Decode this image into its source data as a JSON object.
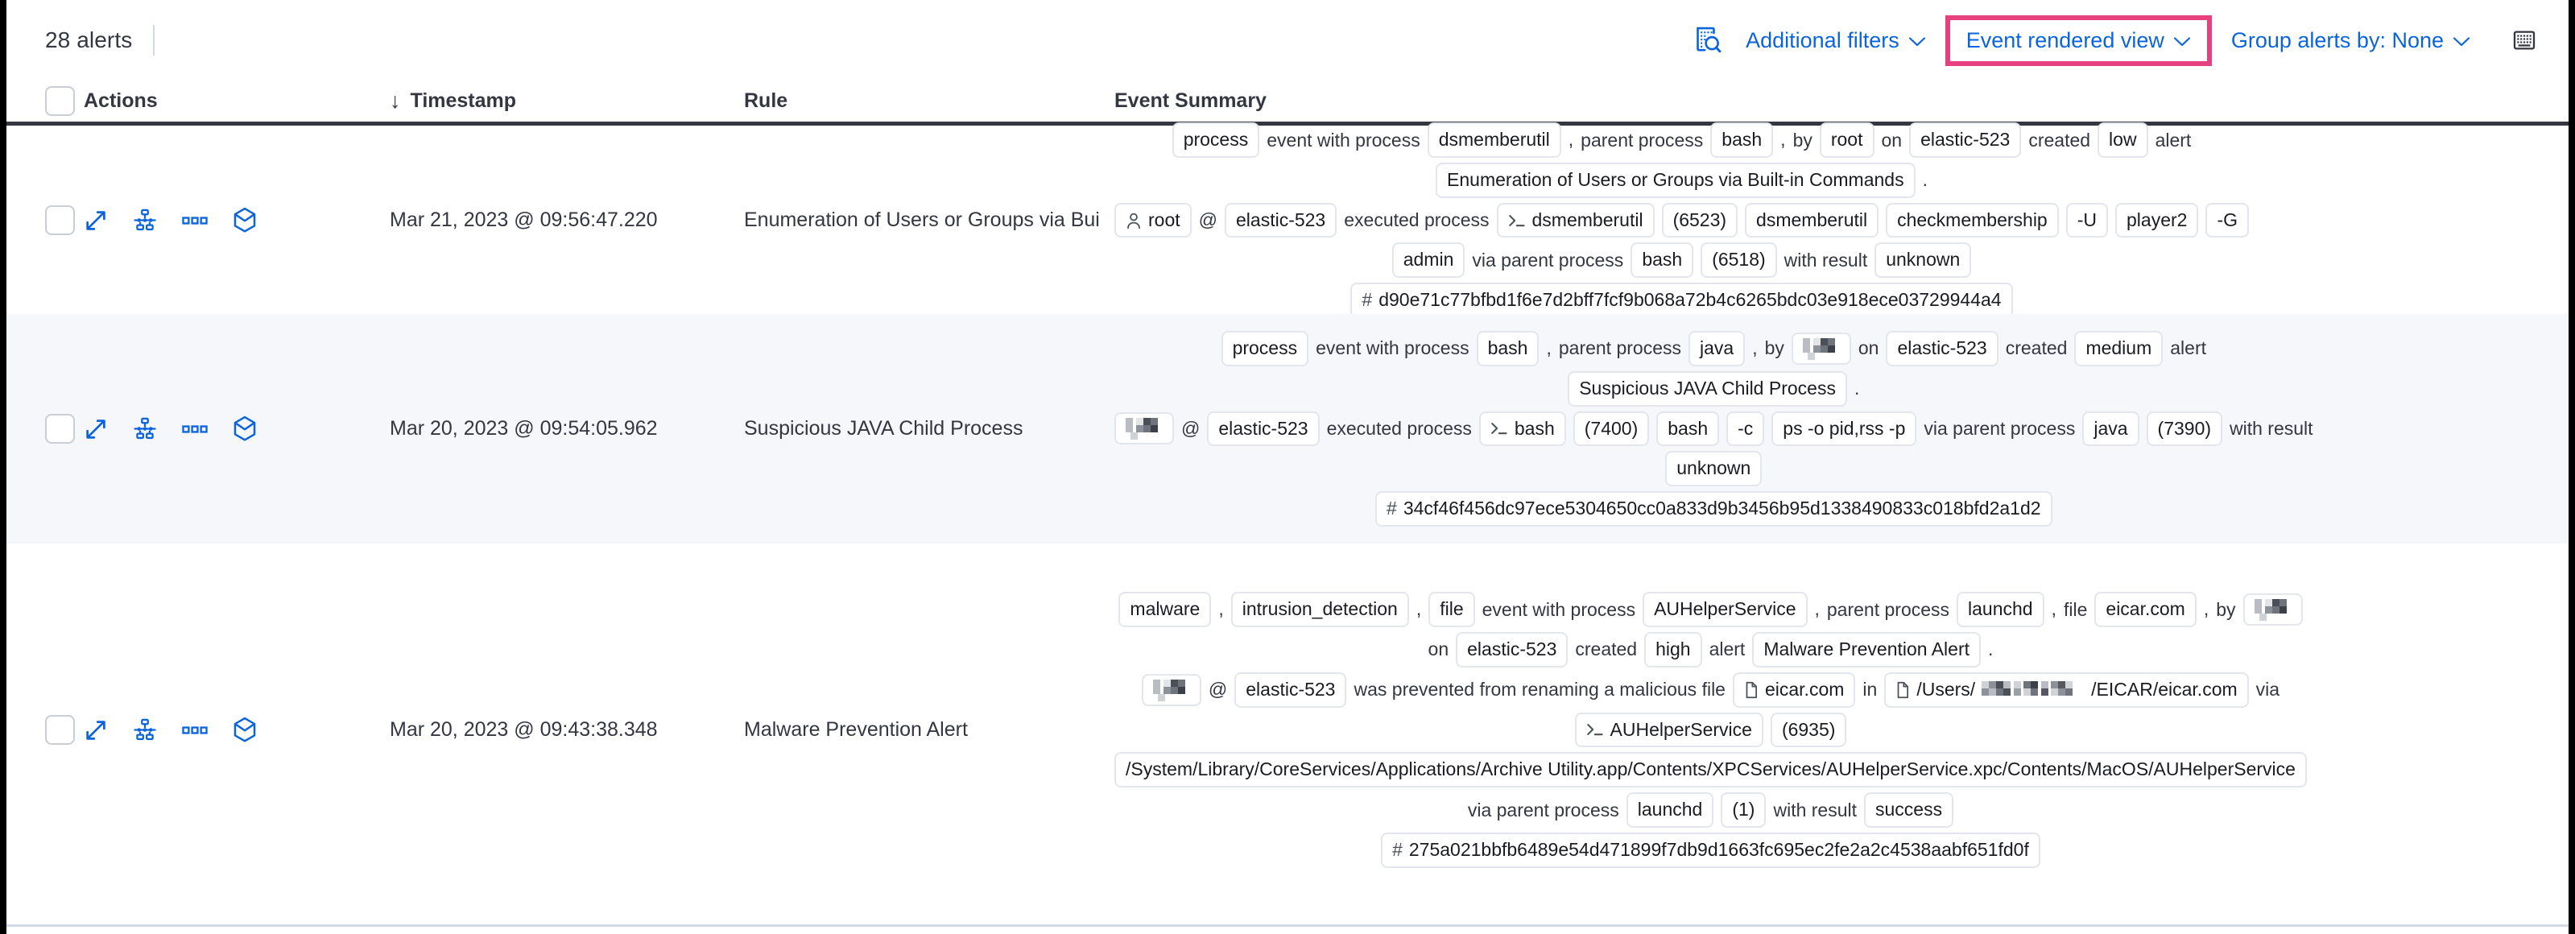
{
  "toolbar": {
    "alert_count": "28 alerts",
    "additional_filters_label": "Additional filters",
    "event_rendered_view_label": "Event rendered view",
    "group_alerts_label": "Group alerts by: None",
    "chevron": "⌄",
    "inspect_icon_name": "inspect-filter-icon",
    "keyboard_icon_name": "keyboard-shortcuts-icon",
    "highlight_color": "#e7407f",
    "link_color": "#0b64dd"
  },
  "table": {
    "columns": {
      "actions": "Actions",
      "timestamp": "Timestamp",
      "rule": "Rule",
      "event_summary": "Event Summary"
    },
    "sort_indicator": "↓",
    "row_actions": [
      {
        "name": "expand-icon",
        "title": "Expand"
      },
      {
        "name": "analyze-event-icon",
        "title": "Analyze event"
      },
      {
        "name": "more-actions-icon",
        "title": "More actions"
      },
      {
        "name": "session-view-icon",
        "title": "Session view"
      }
    ],
    "rows": [
      {
        "timestamp": "Mar 21, 2023 @ 09:56:47.220",
        "rule": "Enumeration of Users or Groups via Bui",
        "striped": false,
        "summary": [
          [
            {
              "t": "chip",
              "v": "process"
            },
            {
              "t": "txt",
              "v": "event with process"
            },
            {
              "t": "chip",
              "v": "dsmemberutil"
            },
            {
              "t": "punct",
              "v": ","
            },
            {
              "t": "txt",
              "v": "parent process"
            },
            {
              "t": "chip",
              "v": "bash"
            },
            {
              "t": "punct",
              "v": ","
            },
            {
              "t": "txt",
              "v": "by"
            },
            {
              "t": "chip",
              "v": "root"
            },
            {
              "t": "txt",
              "v": "on"
            },
            {
              "t": "chip",
              "v": "elastic-523"
            },
            {
              "t": "txt",
              "v": "created"
            },
            {
              "t": "chip",
              "v": "low"
            },
            {
              "t": "txt",
              "v": "alert"
            }
          ],
          [
            {
              "t": "chip",
              "v": "Enumeration of Users or Groups via Built-in Commands"
            },
            {
              "t": "punct",
              "v": "."
            }
          ],
          [
            {
              "t": "chip",
              "v": "root",
              "icon": "user-icon"
            },
            {
              "t": "txt",
              "v": "@"
            },
            {
              "t": "chip",
              "v": "elastic-523"
            },
            {
              "t": "txt",
              "v": "executed process"
            },
            {
              "t": "chip",
              "v": "dsmemberutil",
              "icon": "console-icon"
            },
            {
              "t": "chip",
              "v": "(6523)"
            },
            {
              "t": "chip",
              "v": "dsmemberutil"
            },
            {
              "t": "chip",
              "v": "checkmembership"
            },
            {
              "t": "chip",
              "v": "-U"
            },
            {
              "t": "chip",
              "v": "player2"
            },
            {
              "t": "chip",
              "v": "-G"
            }
          ],
          [
            {
              "t": "chip",
              "v": "admin"
            },
            {
              "t": "txt",
              "v": "via parent process"
            },
            {
              "t": "chip",
              "v": "bash"
            },
            {
              "t": "chip",
              "v": "(6518)"
            },
            {
              "t": "txt",
              "v": "with result"
            },
            {
              "t": "chip",
              "v": "unknown"
            }
          ],
          [
            {
              "t": "chip",
              "v": "d90e71c77bfbd1f6e7d2bff7fcf9b068a72b4c6265bdc03e918ece03729944a4",
              "icon": "hash-icon"
            }
          ]
        ]
      },
      {
        "timestamp": "Mar 20, 2023 @ 09:54:05.962",
        "rule": "Suspicious JAVA Child Process",
        "striped": true,
        "summary": [
          [
            {
              "t": "chip",
              "v": "process"
            },
            {
              "t": "txt",
              "v": "event with process"
            },
            {
              "t": "chip",
              "v": "bash"
            },
            {
              "t": "punct",
              "v": ","
            },
            {
              "t": "txt",
              "v": "parent process"
            },
            {
              "t": "chip",
              "v": "java"
            },
            {
              "t": "punct",
              "v": ","
            },
            {
              "t": "txt",
              "v": "by"
            },
            {
              "t": "chip",
              "v": "",
              "redacted": true
            },
            {
              "t": "txt",
              "v": "on"
            },
            {
              "t": "chip",
              "v": "elastic-523"
            },
            {
              "t": "txt",
              "v": "created"
            },
            {
              "t": "chip",
              "v": "medium"
            },
            {
              "t": "txt",
              "v": "alert"
            }
          ],
          [
            {
              "t": "chip",
              "v": "Suspicious JAVA Child Process"
            },
            {
              "t": "punct",
              "v": "."
            }
          ],
          [
            {
              "t": "chip",
              "v": "",
              "redacted": true
            },
            {
              "t": "txt",
              "v": "@"
            },
            {
              "t": "chip",
              "v": "elastic-523"
            },
            {
              "t": "txt",
              "v": "executed process"
            },
            {
              "t": "chip",
              "v": "bash",
              "icon": "console-icon"
            },
            {
              "t": "chip",
              "v": "(7400)"
            },
            {
              "t": "chip",
              "v": "bash"
            },
            {
              "t": "chip",
              "v": "-c"
            },
            {
              "t": "chip",
              "v": "ps -o pid,rss -p"
            },
            {
              "t": "txt",
              "v": "via parent process"
            },
            {
              "t": "chip",
              "v": "java"
            },
            {
              "t": "chip",
              "v": "(7390)"
            },
            {
              "t": "txt",
              "v": "with result"
            }
          ],
          [
            {
              "t": "chip",
              "v": "unknown"
            }
          ],
          [
            {
              "t": "chip",
              "v": "34cf46f456dc97ece5304650cc0a833d9b3456b95d1338490833c018bfd2a1d2",
              "icon": "hash-icon"
            }
          ]
        ]
      },
      {
        "timestamp": "Mar 20, 2023 @ 09:43:38.348",
        "rule": "Malware Prevention Alert",
        "striped": false,
        "summary": [
          [
            {
              "t": "chip",
              "v": "malware"
            },
            {
              "t": "punct",
              "v": ","
            },
            {
              "t": "chip",
              "v": "intrusion_detection"
            },
            {
              "t": "punct",
              "v": ","
            },
            {
              "t": "chip",
              "v": "file"
            },
            {
              "t": "txt",
              "v": "event with process"
            },
            {
              "t": "chip",
              "v": "AUHelperService"
            },
            {
              "t": "punct",
              "v": ","
            },
            {
              "t": "txt",
              "v": "parent process"
            },
            {
              "t": "chip",
              "v": "launchd"
            },
            {
              "t": "punct",
              "v": ","
            },
            {
              "t": "txt",
              "v": "file"
            },
            {
              "t": "chip",
              "v": "eicar.com"
            },
            {
              "t": "punct",
              "v": ","
            },
            {
              "t": "txt",
              "v": "by"
            },
            {
              "t": "chip",
              "v": "",
              "redacted": true
            }
          ],
          [
            {
              "t": "txt",
              "v": "on"
            },
            {
              "t": "chip",
              "v": "elastic-523"
            },
            {
              "t": "txt",
              "v": "created"
            },
            {
              "t": "chip",
              "v": "high"
            },
            {
              "t": "txt",
              "v": "alert"
            },
            {
              "t": "chip",
              "v": "Malware Prevention Alert"
            },
            {
              "t": "punct",
              "v": "."
            }
          ],
          [
            {
              "t": "chip",
              "v": "",
              "redacted": true
            },
            {
              "t": "txt",
              "v": "@"
            },
            {
              "t": "chip",
              "v": "elastic-523"
            },
            {
              "t": "txt",
              "v": "was prevented from renaming a malicious file"
            },
            {
              "t": "chip",
              "v": "eicar.com",
              "icon": "file-icon"
            },
            {
              "t": "txt",
              "v": "in"
            },
            {
              "t": "chip",
              "v": "/Users/",
              "suffix": "/EICAR/eicar.com",
              "icon": "file-icon",
              "redacted_mid": true
            },
            {
              "t": "txt",
              "v": "via"
            }
          ],
          [
            {
              "t": "chip",
              "v": "AUHelperService",
              "icon": "console-icon"
            },
            {
              "t": "chip",
              "v": "(6935)"
            }
          ],
          [
            {
              "t": "chip",
              "v": "/System/Library/CoreServices/Applications/Archive Utility.app/Contents/XPCServices/AUHelperService.xpc/Contents/MacOS/AUHelperService"
            }
          ],
          [
            {
              "t": "txt",
              "v": "via parent process"
            },
            {
              "t": "chip",
              "v": "launchd"
            },
            {
              "t": "chip",
              "v": "(1)"
            },
            {
              "t": "txt",
              "v": "with result"
            },
            {
              "t": "chip",
              "v": "success"
            }
          ],
          [
            {
              "t": "chip",
              "v": "275a021bbfb6489e54d471899f7db9d1663fc695ec2fe2a2c4538aabf651fd0f",
              "icon": "hash-icon"
            }
          ]
        ]
      }
    ]
  }
}
